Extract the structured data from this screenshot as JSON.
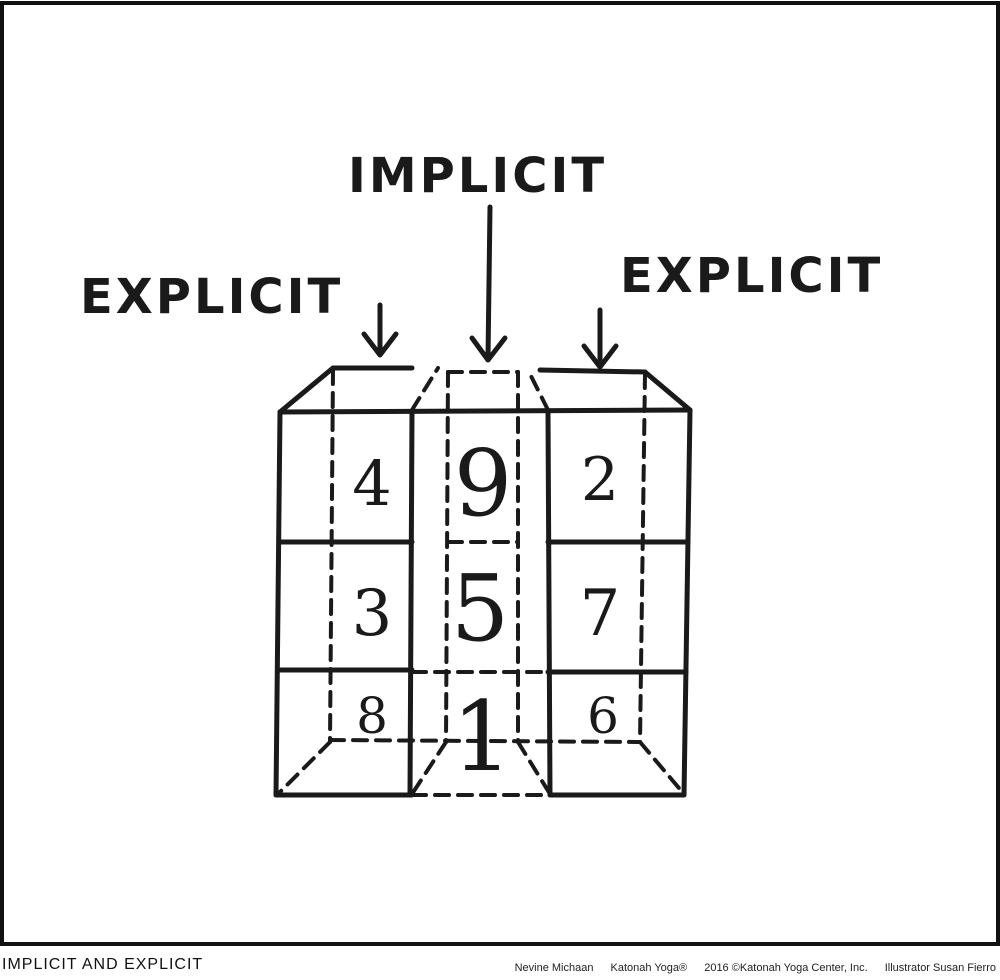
{
  "labels": {
    "implicit": "IMPLICIT",
    "explicit_left": "EXPLICIT",
    "explicit_right": "EXPLICIT"
  },
  "grid": {
    "top_row": [
      "4",
      "9",
      "2"
    ],
    "middle_row": [
      "3",
      "5",
      "7"
    ],
    "bottom_row": [
      "8",
      "1",
      "6"
    ]
  },
  "footer": {
    "title": "IMPLICIT AND EXPLICIT",
    "author": "Nevine Michaan",
    "brand": "Katonah Yoga®",
    "copyright": "2016 ©Katonah Yoga Center, Inc.",
    "illustrator": "Illustrator Susan Fierro"
  }
}
